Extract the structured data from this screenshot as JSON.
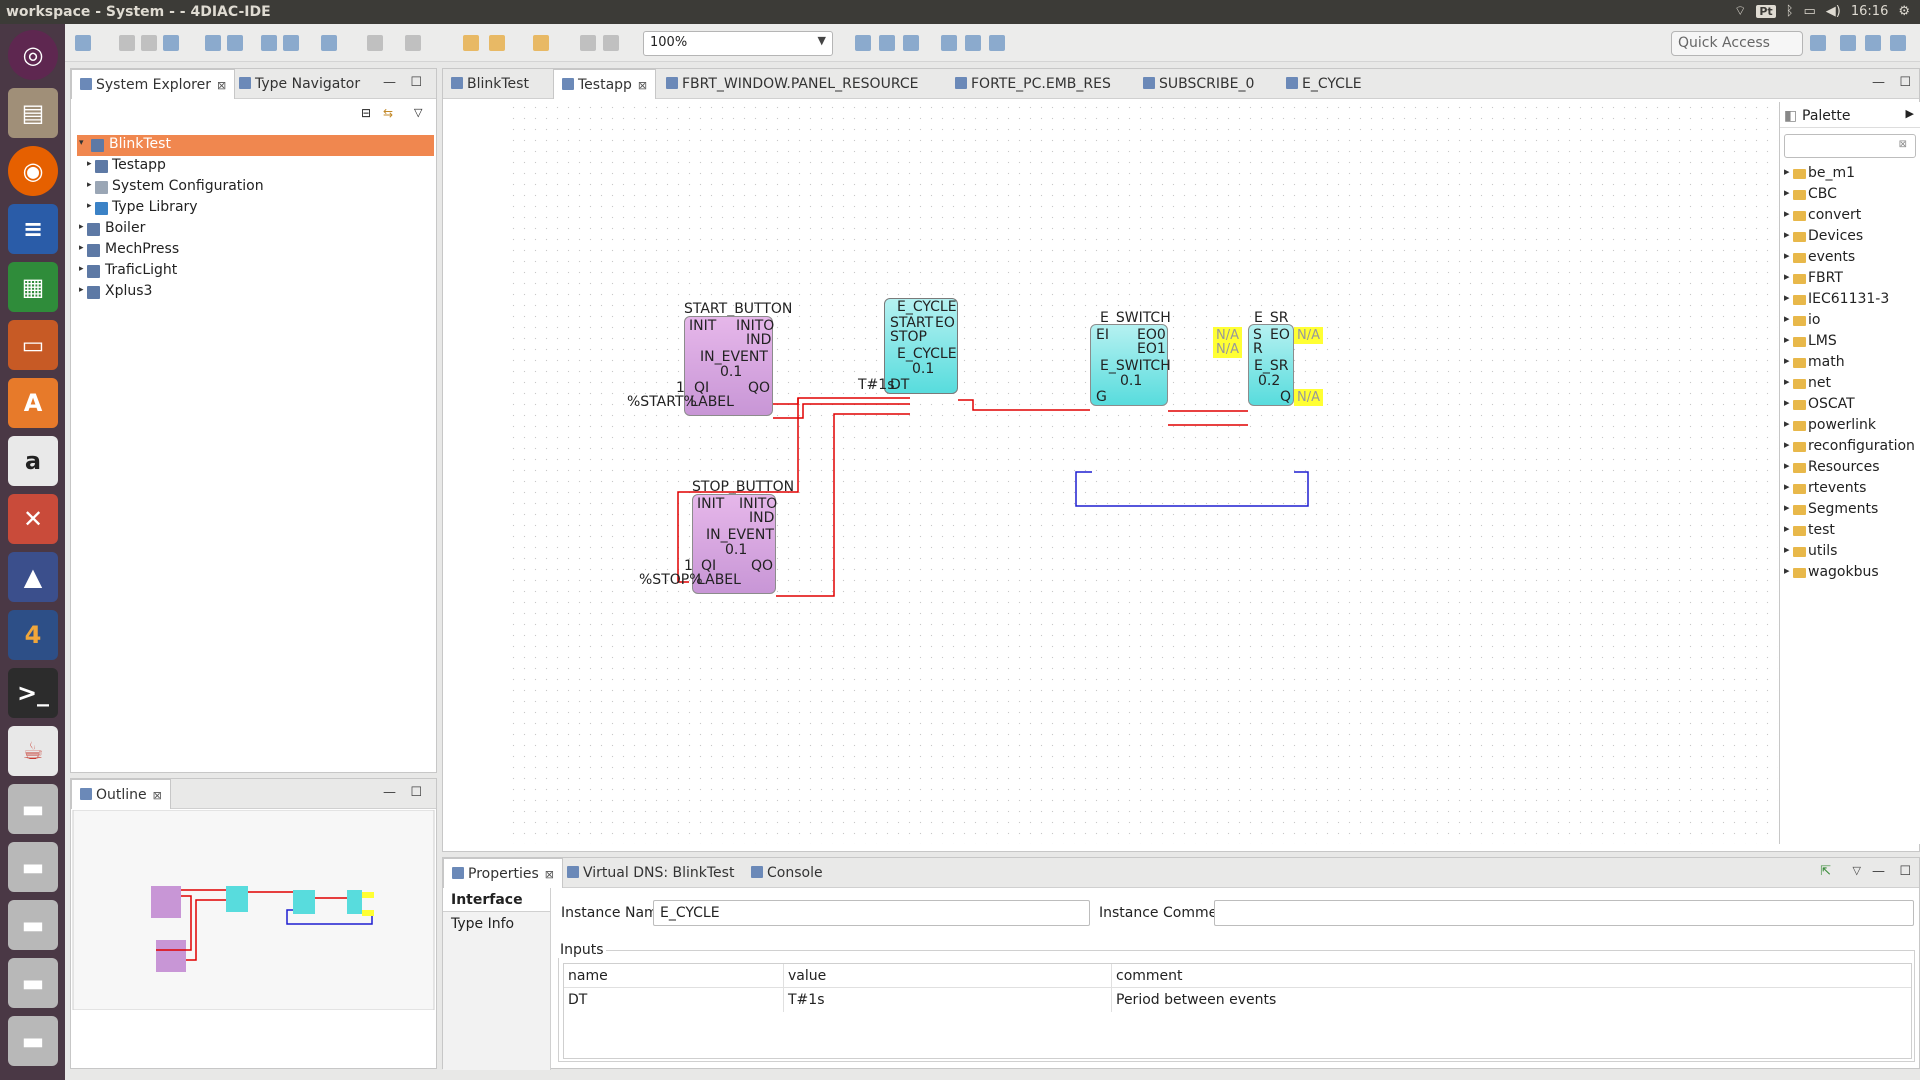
{
  "os": {
    "window_title": "workspace - System -  - 4DIAC-IDE",
    "tray_pt": "Pt",
    "clock": "16:16"
  },
  "launcher": {
    "items": [
      "ubuntu-dash",
      "files",
      "firefox",
      "writer",
      "calc",
      "impress",
      "software-center",
      "amazon",
      "system-settings",
      "app",
      "4diac",
      "terminal",
      "java",
      "drive",
      "drive",
      "drive",
      "drive",
      "drive"
    ]
  },
  "toolbar": {
    "zoom_value": "100%",
    "quick_access": "Quick Access"
  },
  "system_explorer": {
    "tab_label": "System Explorer",
    "type_navigator_label": "Type Navigator",
    "tree": [
      {
        "label": "BlinkTest",
        "level": 0,
        "selected": true,
        "expanded": true
      },
      {
        "label": "Testapp",
        "level": 1
      },
      {
        "label": "System Configuration",
        "level": 1
      },
      {
        "label": "Type Library",
        "level": 1
      },
      {
        "label": "Boiler",
        "level": 0
      },
      {
        "label": "MechPress",
        "level": 0
      },
      {
        "label": "TraficLight",
        "level": 0
      },
      {
        "label": "Xplus3",
        "level": 0
      }
    ]
  },
  "outline": {
    "tab_label": "Outline"
  },
  "editor": {
    "tabs": [
      "BlinkTest",
      "Testapp",
      "FBRT_WINDOW.PANEL_RESOURCE",
      "FORTE_PC.EMB_RES",
      "SUBSCRIBE_0",
      "E_CYCLE"
    ],
    "active_tab": "Testapp",
    "blocks": {
      "start_button": {
        "title": "START_BUTTON",
        "type": "IN_EVENT",
        "version": "0.1",
        "init": "INIT",
        "inito": "INITO",
        "ind": "IND",
        "qi": "QI",
        "qo": "QO",
        "label": "LABEL",
        "qi_val": "1",
        "label_val": "%START%"
      },
      "stop_button": {
        "title": "STOP_BUTTON",
        "type": "IN_EVENT",
        "version": "0.1",
        "init": "INIT",
        "inito": "INITO",
        "ind": "IND",
        "qi": "QI",
        "qo": "QO",
        "label": "LABEL",
        "qi_val": "1",
        "label_val": "%STOP%"
      },
      "e_cycle": {
        "title": "E_CYCLE",
        "type": "E_CYCLE",
        "version": "0.1",
        "start": "START",
        "stop": "STOP",
        "eo": "EO",
        "dt": "DT",
        "dt_val": "T#1s"
      },
      "e_switch": {
        "title": "E_SWITCH",
        "type": "E_SWITCH",
        "version": "0.1",
        "ei": "EI",
        "eo0": "EO0",
        "eo1": "EO1",
        "g": "G"
      },
      "e_sr": {
        "title": "E_SR",
        "type": "E_SR",
        "version": "0.2",
        "s": "S",
        "r": "R",
        "eo": "EO",
        "q": "Q"
      }
    },
    "na_label": "N/A"
  },
  "palette": {
    "title": "Palette",
    "items": [
      "be_m1",
      "CBC",
      "convert",
      "Devices",
      "events",
      "FBRT",
      "IEC61131-3",
      "io",
      "LMS",
      "math",
      "net",
      "OSCAT",
      "powerlink",
      "reconfiguration",
      "Resources",
      "rtevents",
      "Segments",
      "test",
      "utils",
      "wagokbus"
    ]
  },
  "properties": {
    "tabs": [
      "Properties",
      "Virtual DNS: BlinkTest",
      "Console"
    ],
    "side_tabs": [
      "Interface",
      "Type Info"
    ],
    "instance_name_label": "Instance Name:",
    "instance_name_value": "E_CYCLE",
    "instance_comment_label": "Instance Comment:",
    "instance_comment_value": "",
    "inputs_label": "Inputs",
    "columns": [
      "name",
      "value",
      "comment"
    ],
    "rows": [
      {
        "name": "DT",
        "value": "T#1s",
        "comment": "Period between events"
      }
    ]
  },
  "colors": {
    "selection": "#f0874f",
    "event_line": "#e00000",
    "data_line": "#1f1fd0",
    "fb_purple": "#d5a6e0",
    "fb_cyan": "#6fe2e2",
    "na_highlight": "#ffff33"
  }
}
